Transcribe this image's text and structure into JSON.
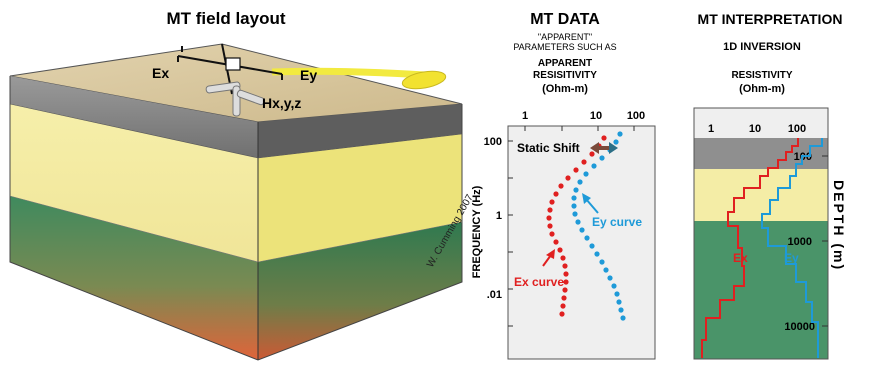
{
  "layout_panel": {
    "title": "MT field layout",
    "label_ex": "Ex",
    "label_ey": "Ey",
    "label_h": "Hx,y,z",
    "credit": "W. Cumming 2007"
  },
  "data_panel": {
    "title": "MT DATA",
    "subtitle_line1": "\"APPARENT\"",
    "subtitle_line2": "PARAMETERS SUCH AS",
    "param_line1": "APPARENT",
    "param_line2": "RESISITIVITY",
    "unit": "(Ohm-m)",
    "x_ticks": [
      "1",
      "10",
      "100"
    ],
    "y_axis_label": "FREQUENCY (Hz)",
    "y_ticks": [
      "100",
      "1",
      ".01"
    ],
    "static_shift_label": "Static Shift",
    "ey_curve_label": "Ey curve",
    "ex_curve_label": "Ex curve"
  },
  "interp_panel": {
    "title": "MT INTERPRETATION",
    "subtitle": "1D INVERSION",
    "param": "RESISTIVITY",
    "unit": "(Ohm-m)",
    "x_ticks": [
      "1",
      "10",
      "100"
    ],
    "depth_ticks": [
      "100",
      "1000",
      "10000"
    ],
    "depth_label": "DEPTH (m)",
    "ex_label": "Ex",
    "ey_label": "Ey"
  },
  "colors": {
    "ex": "#e02020",
    "ey": "#1e9ad8",
    "gray_layer": "#8a8a8a",
    "yellow_layer": "#f5eea0",
    "green_layer": "#3f8a5e",
    "red_bottom": "#e0643a",
    "sand": "#d9c8a0",
    "chart_bg": "#efefef"
  }
}
